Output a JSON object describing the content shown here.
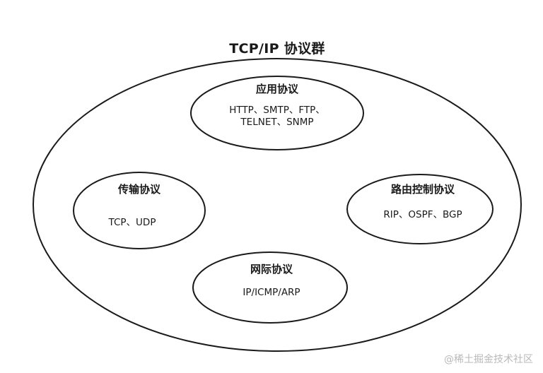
{
  "diagram": {
    "title": "TCP/IP 协议群",
    "groups": {
      "application": {
        "title": "应用协议",
        "line1": "HTTP、SMTP、FTP、",
        "line2": "TELNET、SNMP"
      },
      "transport": {
        "title": "传输协议",
        "line1": "TCP、UDP"
      },
      "routing": {
        "title": "路由控制协议",
        "line1": "RIP、OSPF、BGP"
      },
      "network": {
        "title": "网际协议",
        "line1": "IP/ICMP/ARP"
      }
    }
  },
  "watermark": "@稀土掘金技术社区",
  "colors": {
    "stroke": "#1a1a1a",
    "background": "#ffffff",
    "watermark": "#b9b9b9"
  }
}
